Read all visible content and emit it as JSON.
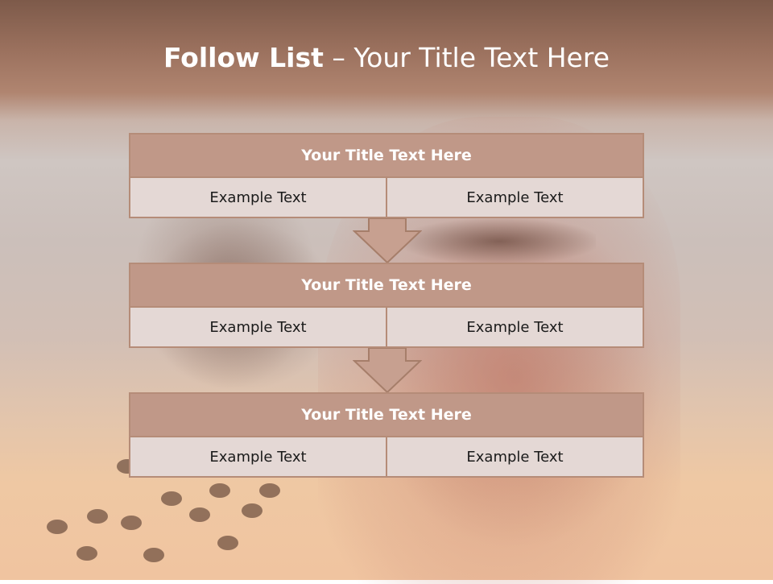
{
  "slide": {
    "title_bold": "Follow List",
    "title_rest": "– Your Title Text Here"
  },
  "steps": [
    {
      "title": "Your Title Text Here",
      "left": "Example Text",
      "right": "Example Text"
    },
    {
      "title": "Your Title Text Here",
      "left": "Example Text",
      "right": "Example Text"
    },
    {
      "title": "Your Title Text Here",
      "left": "Example Text",
      "right": "Example Text"
    }
  ],
  "colors": {
    "header_fill": "#c09888",
    "cell_fill": "#e4d8d5",
    "border": "#b58c78",
    "arrow_fill": "#c7a090"
  }
}
